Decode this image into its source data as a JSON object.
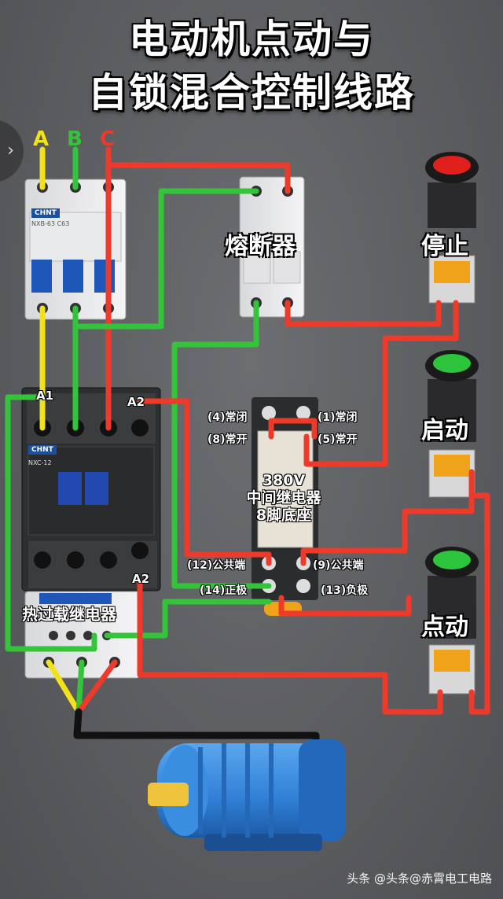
{
  "title": {
    "line1": "电动机点动与",
    "line2": "自锁混合控制线路"
  },
  "phases": {
    "a": "A",
    "b": "B",
    "c": "C"
  },
  "breaker": {
    "brand": "CHNT",
    "model": "NXB-63 C63"
  },
  "fuse": {
    "label": "熔断器"
  },
  "contactor": {
    "brand": "CHNT",
    "model": "NXC-12",
    "a1": "A1",
    "a2": "A2"
  },
  "overload": {
    "label": "热过载继电器",
    "a2": "A2"
  },
  "relay": {
    "line1": "380V",
    "line2": "中间继电器",
    "line3": "8脚底座",
    "pins": {
      "p4": "(4)常闭",
      "p1": "(1)常闭",
      "p8": "(8)常开",
      "p5": "(5)常开",
      "p12": "(12)公共端",
      "p9": "(9)公共端",
      "p14": "(14)正极",
      "p13": "(13)负极"
    }
  },
  "buttons": {
    "stop": {
      "label": "停止",
      "color": "#e0201c"
    },
    "start": {
      "label": "启动",
      "color": "#2bc43a"
    },
    "jog": {
      "label": "点动",
      "color": "#2bc43a"
    }
  },
  "wire_colors": {
    "yellow": "#f2e21a",
    "green": "#33c43a",
    "red": "#ee3a2a",
    "black": "#111111"
  },
  "motor_color": "#2f7fd6",
  "nav": {
    "arrow": "›"
  },
  "watermark": "头条 @头条@赤霄电工电路"
}
